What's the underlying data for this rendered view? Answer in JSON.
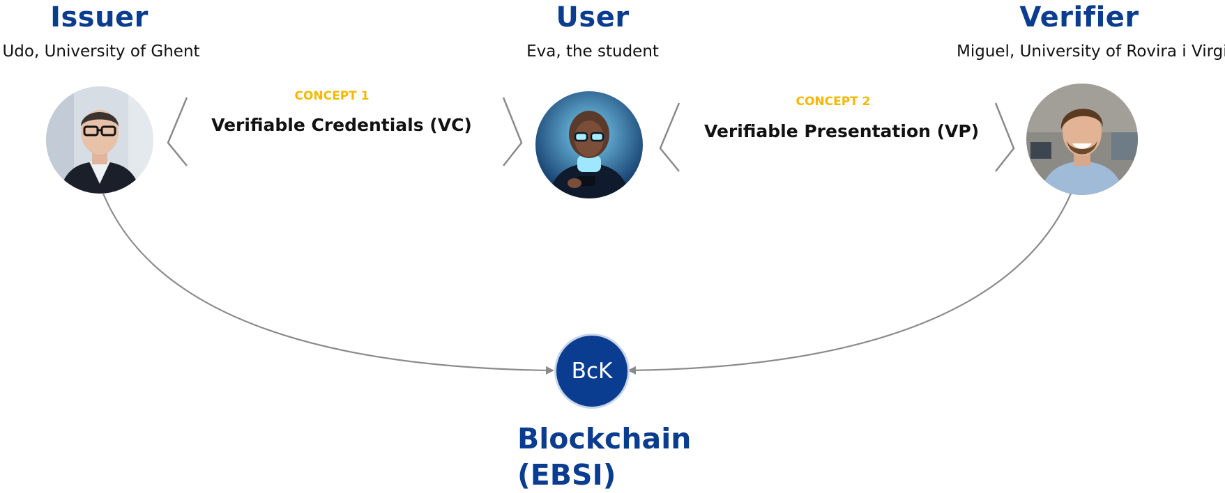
{
  "issuer": {
    "role": "Issuer",
    "name": "Udo, University of Ghent",
    "avatar_icon": "issuer-portrait-icon"
  },
  "user": {
    "role": "User",
    "name": "Eva, the student",
    "avatar_icon": "student-portrait-icon"
  },
  "verifier": {
    "role": "Verifier",
    "name": "Miguel, University of Rovira i Virgili",
    "avatar_icon": "verifier-portrait-icon"
  },
  "concept1": {
    "label": "CONCEPT 1",
    "title": "Verifiable Credentials (VC)"
  },
  "concept2": {
    "label": "CONCEPT 2",
    "title": "Verifiable Presentation (VP)"
  },
  "blockchain": {
    "badge": "BcK",
    "title_line1": "Blockchain",
    "title_line2": "(EBSI)"
  },
  "colors": {
    "brand_blue": "#0a3d8f",
    "concept_yellow": "#f5b800",
    "connector_gray": "#8a8a8a"
  }
}
